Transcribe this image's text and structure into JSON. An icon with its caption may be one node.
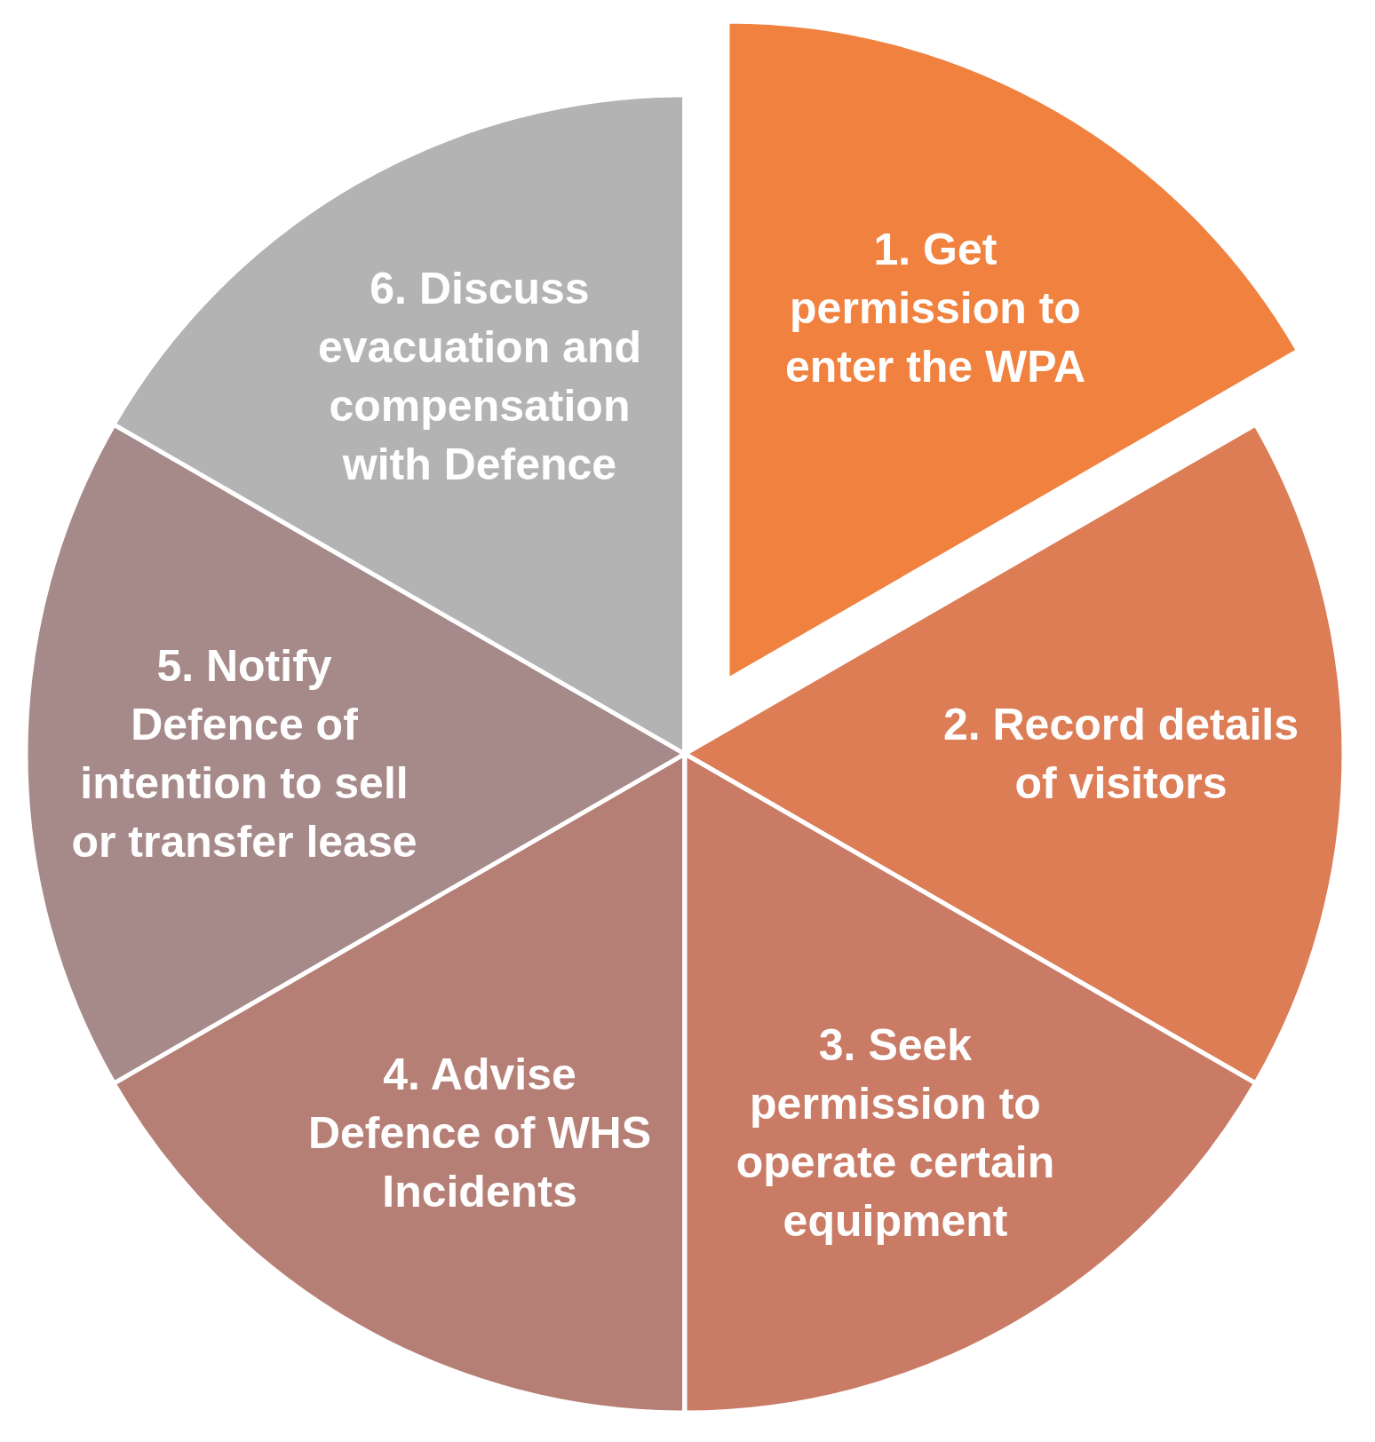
{
  "diagram": {
    "nodes": [
      {
        "text": [
          "1. Get permission to enter the WPA"
        ]
      },
      {
        "text": [
          "2. Record details of visitors"
        ]
      },
      {
        "text": [
          "3. Seek permission to operate certain equipment"
        ]
      },
      {
        "text": [
          "4. Advise Defence of WHS Incidents"
        ]
      },
      {
        "text": [
          "5. Notify Defence of intention to sell or transfer lease"
        ]
      },
      {
        "text": [
          "6. Discuss evacuation and compensation with Defence"
        ]
      }
    ]
  }
}
